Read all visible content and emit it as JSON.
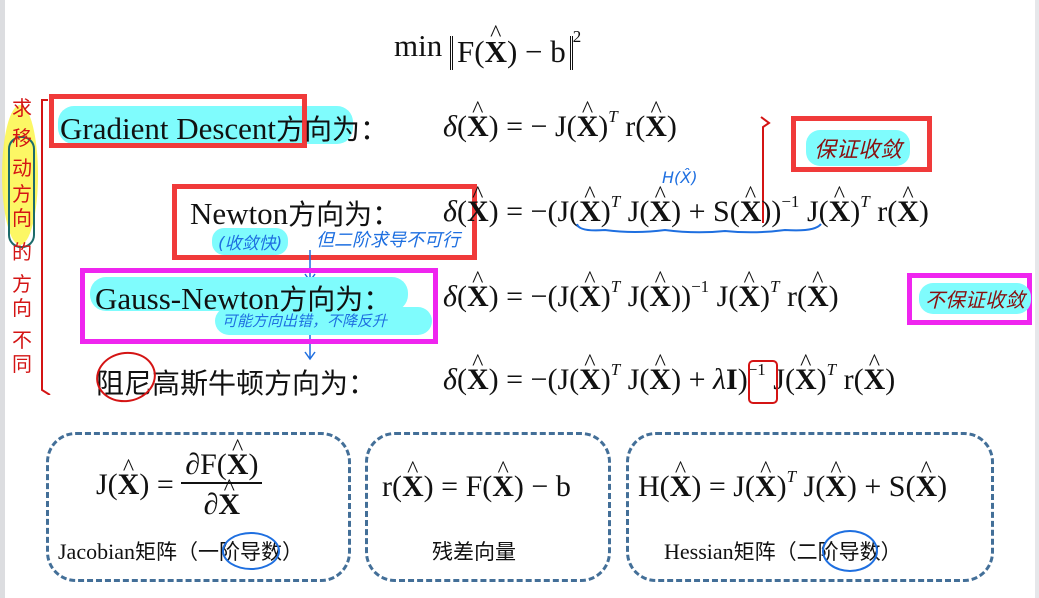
{
  "slide": {
    "objective": {
      "prefix": "min",
      "body": "F(X̂) − b",
      "norm_exponent": "2"
    },
    "methods": [
      {
        "id": "gradient-descent",
        "label_en": "Gradient Descent",
        "label_cn": "方向为：",
        "formula": "δ(X̂) = − J(X̂)^T r(X̂)",
        "formula_parts": {
          "lhs": "δ(",
          "x": "X",
          "eq": ") = − J(",
          "x2": "X",
          "sup": "T",
          "r": " r(",
          "x3": "X",
          "end": ")"
        }
      },
      {
        "id": "newton",
        "label_en": "Newton",
        "label_cn": "方向为：",
        "formula": "δ(X̂) = −(J(X̂)^T J(X̂) + S(X̂))^−1 J(X̂)^T r(X̂)"
      },
      {
        "id": "gauss-newton",
        "label_en": "Gauss-Newton",
        "label_cn": "方向为：",
        "formula": "δ(X̂) = −(J(X̂)^T J(X̂))^−1 J(X̂)^T r(X̂)"
      },
      {
        "id": "damped-newton",
        "label_cn": "阻尼高斯牛顿方向为：",
        "formula": "δ(X̂) = −(J(X̂)^T J(X̂) + λI)^−1 J(X̂)^T r(X̂)"
      }
    ],
    "definition_boxes": [
      {
        "id": "jacobian",
        "formula": "J(X̂) = ∂F(X̂) / ∂X̂",
        "caption_en": "Jacobian",
        "caption_cn": "矩阵（一阶导数）"
      },
      {
        "id": "residual",
        "formula": "r(X̂) = F(X̂) − b",
        "caption_cn": "残差向量"
      },
      {
        "id": "hessian",
        "formula": "H(X̂) = J(X̂)^T J(X̂) + S(X̂)",
        "caption_en": "Hessian",
        "caption_cn": "矩阵（二阶导数）"
      }
    ],
    "annotations": {
      "left_vertical": "求移动方向的方向不同",
      "left_vertical_chars": [
        "求",
        "移",
        "动",
        "方",
        "向",
        "的",
        "方",
        "向",
        "不",
        "同"
      ],
      "gd_note": "保证收敛",
      "newton_note_hl": "(收敛快)",
      "newton_note": "但二阶求导不可行",
      "hessian_over": "H(X̂)",
      "gn_note": "可能方向出错，不降反升",
      "gn_right_note": "不保证收敛"
    },
    "colors": {
      "red_box": "#f03a3a",
      "magenta_box": "#ef25ef",
      "cyan_highlight": "#7ffcfd",
      "dashed_border": "#436f98",
      "hand_blue": "#1e6fe0",
      "hand_red": "#d41414",
      "hand_dark": "#8a1010",
      "yellow_highlight": "#fbf64a"
    }
  }
}
